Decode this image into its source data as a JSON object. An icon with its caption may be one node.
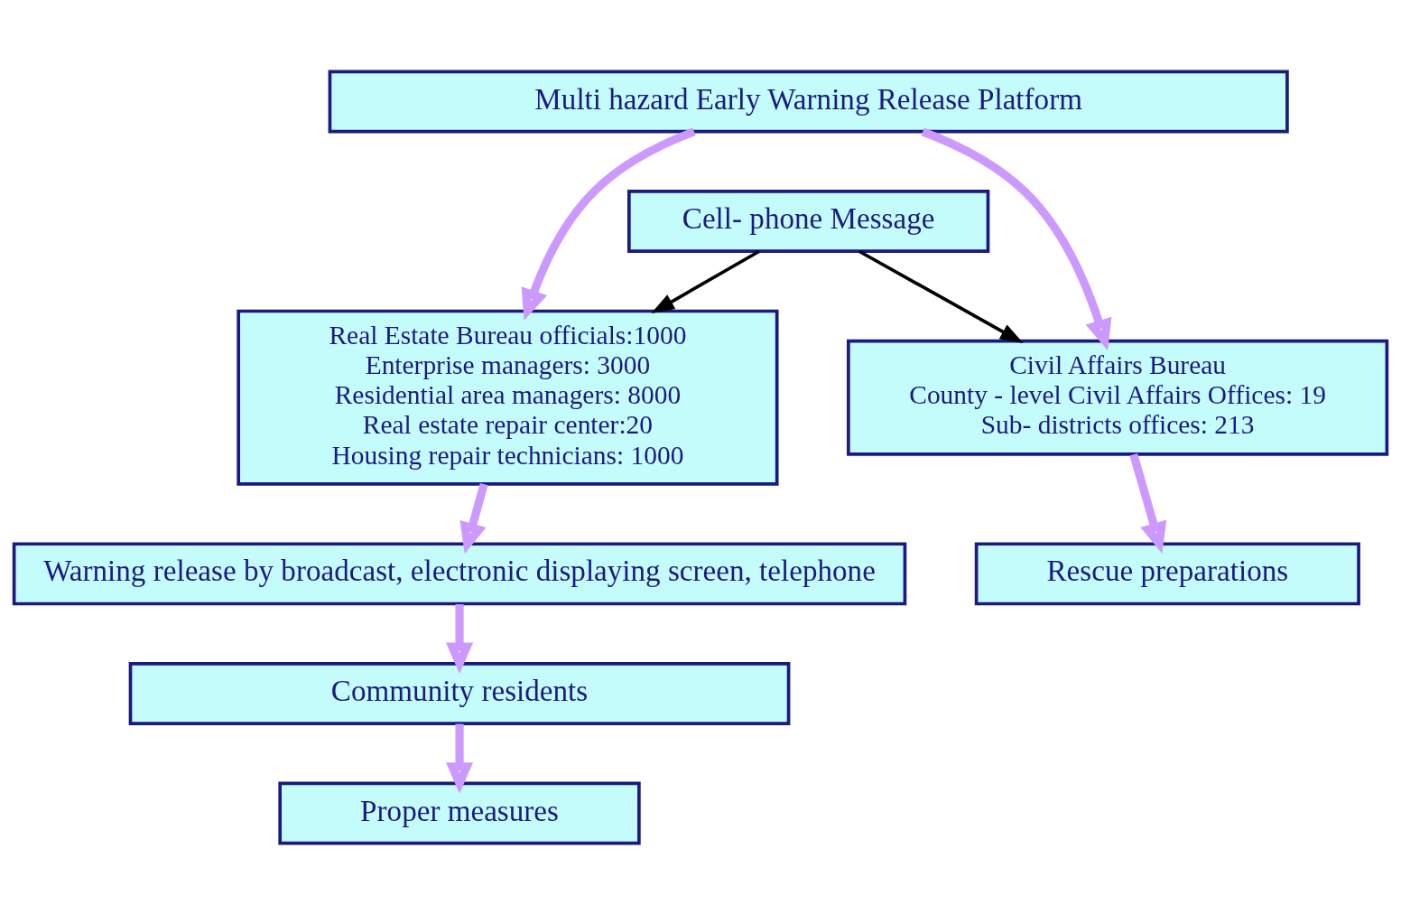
{
  "diagram": {
    "nodes": [
      {
        "text": [
          "Multi hazard Early Warning Release Platform"
        ]
      },
      {
        "text": [
          "Cell- phone Message"
        ]
      },
      {
        "text": [
          "Real Estate Bureau officials:1000",
          "Enterprise managers: 3000",
          "Residential area managers: 8000",
          "Real estate repair center:20",
          "Housing repair technicians: 1000"
        ]
      },
      {
        "text": [
          "Civil Affairs Bureau",
          "County - level Civil Affairs Offices: 19",
          "Sub- districts offices: 213"
        ]
      },
      {
        "text": [
          "Warning release by broadcast, electronic displaying screen, telephone"
        ]
      },
      {
        "text": [
          "Rescue preparations"
        ]
      },
      {
        "text": [
          "Community residents"
        ]
      },
      {
        "text": [
          "Proper measures"
        ]
      }
    ],
    "edges": [
      {
        "from": 0,
        "to": 2,
        "arrow": "to"
      },
      {
        "from": 0,
        "to": 3,
        "arrow": "to"
      },
      {
        "from": 1,
        "to": 2,
        "arrow": "to",
        "color": "#000000"
      },
      {
        "from": 1,
        "to": 3,
        "arrow": "to",
        "color": "#000000"
      },
      {
        "from": 2,
        "to": 4,
        "arrow": "to"
      },
      {
        "from": 3,
        "to": 5,
        "arrow": "to"
      },
      {
        "from": 4,
        "to": 6,
        "arrow": "to"
      },
      {
        "from": 6,
        "to": 7,
        "arrow": "to"
      }
    ]
  }
}
